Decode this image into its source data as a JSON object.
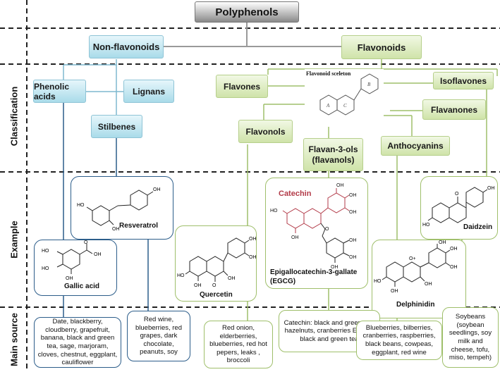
{
  "title": "Polyphenols",
  "sections": {
    "classification": "Classification",
    "example": "Example",
    "main_source": "Main source"
  },
  "groups": {
    "non_flavonoids": "Non-flavonoids",
    "flavonoids": "Flavonoids"
  },
  "classes": {
    "phenolic_acids": "Phenolic acids",
    "lignans": "Lignans",
    "stilbenes": "Stilbenes",
    "flavones": "Flavones",
    "isoflavones": "Isoflavones",
    "flavanones": "Flavanones",
    "flavonols": "Flavonols",
    "flavan3ols_line1": "Flavan-3-ols",
    "flavan3ols_line2": "(flavanols)",
    "anthocyanins": "Anthocyanins"
  },
  "skeleton": {
    "title": "Flavonoid sceleton",
    "ring_a": "A",
    "ring_b": "B",
    "ring_c": "C"
  },
  "examples": {
    "resveratrol": "Resveratrol",
    "gallic_acid": "Gallic acid",
    "quercetin": "Quercetin",
    "catechin": "Catechin",
    "egcg_line1": "Epigallocatechin-3-gallate",
    "egcg_line2": "(EGCG)",
    "delphinidin": "Delphinidin",
    "daidzein": "Daidzein"
  },
  "atoms": {
    "oh": "OH",
    "ho": "HO",
    "o": "O",
    "o_plus": "O+"
  },
  "sources": {
    "phenolic_acids": "Date, blackberry, cloudberry, grapefruit, banana, black and green tea, sage, marjoram, cloves, chestnut, eggplant, cauliflower",
    "stilbenes": "Red wine, blueberries, red grapes, dark chocolate, peanuts, soy",
    "flavonols": "Red onion, elderberries, blueberries, red hot pepers, leaks , broccoli",
    "flavanols": "Catechin: black and green tea, hazelnuts, cranberries EGCG: black and green tea",
    "anthocyanins": "Blueberries, bilberries, cranberries, raspberries, black beans, cowpeas, eggplant, red wine",
    "isoflavones": "Soybeans (soybean seedlings, soy milk and cheese, tofu, miso, tempeh)"
  },
  "colors": {
    "blue_line": "#2c5d8a",
    "light_blue_line": "#7fb8cf",
    "green_line": "#9fbf6b",
    "catechin_red": "#b23a48",
    "dash": "#222222"
  }
}
